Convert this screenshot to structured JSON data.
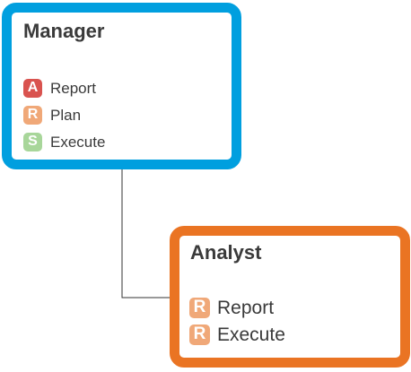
{
  "colors": {
    "manager_border": "#009fdf",
    "analyst_border": "#ea7423",
    "badge_A": "#d9534f",
    "badge_R": "#f0a878",
    "badge_S": "#a8d69a",
    "connector": "#333333"
  },
  "manager": {
    "title": "Manager",
    "items": [
      {
        "badge": "A",
        "badge_color": "#d9534f",
        "label": "Report"
      },
      {
        "badge": "R",
        "badge_color": "#f0a878",
        "label": "Plan"
      },
      {
        "badge": "S",
        "badge_color": "#a8d69a",
        "label": "Execute"
      }
    ]
  },
  "analyst": {
    "title": "Analyst",
    "items": [
      {
        "badge": "R",
        "badge_color": "#f0a878",
        "label": "Report"
      },
      {
        "badge": "R",
        "badge_color": "#f0a878",
        "label": "Execute"
      }
    ]
  }
}
